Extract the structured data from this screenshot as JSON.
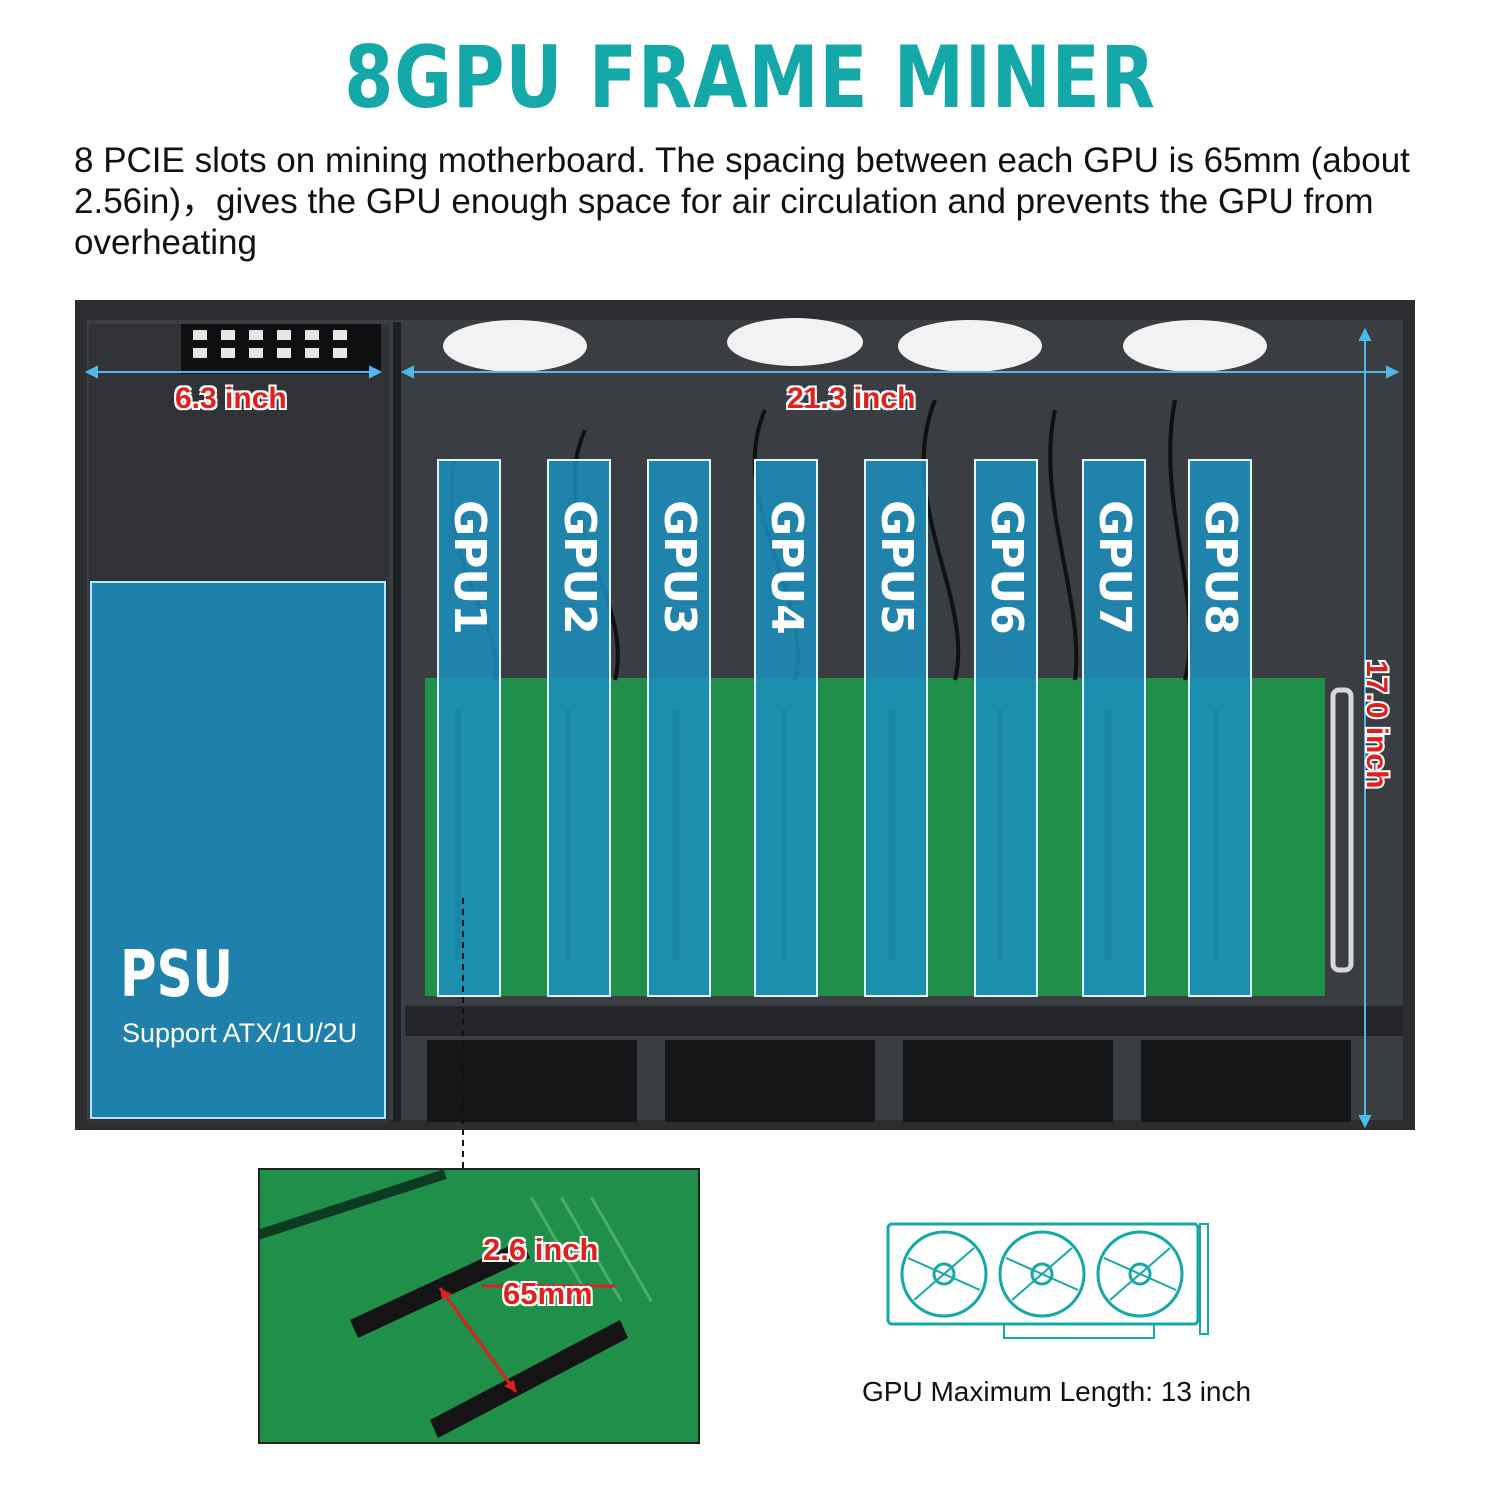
{
  "title": "8GPU FRAME MINER",
  "description": "8 PCIE slots on mining motherboard. The spacing between each GPU is 65mm (about 2.56in)，gives the GPU enough space for air circulation and prevents the GPU from overheating",
  "dimensions": {
    "psu_width": "6.3 inch",
    "gpu_width": "21.3 inch",
    "height": "17.0 inch"
  },
  "gpus": [
    "GPU1",
    "GPU2",
    "GPU3",
    "GPU4",
    "GPU5",
    "GPU6",
    "GPU7",
    "GPU8"
  ],
  "psu": {
    "title": "PSU",
    "support": "Support ATX/1U/2U"
  },
  "inset": {
    "spacing_inch": "2.6 inch",
    "spacing_mm": "65mm"
  },
  "gpu_max_length": "GPU Maximum Length: 13 inch",
  "colors": {
    "title": "#14a8a8",
    "dimension_text": "#e0201f",
    "overlay_blue": "#1c8fbf",
    "pcb_green": "#1f8f4a"
  }
}
